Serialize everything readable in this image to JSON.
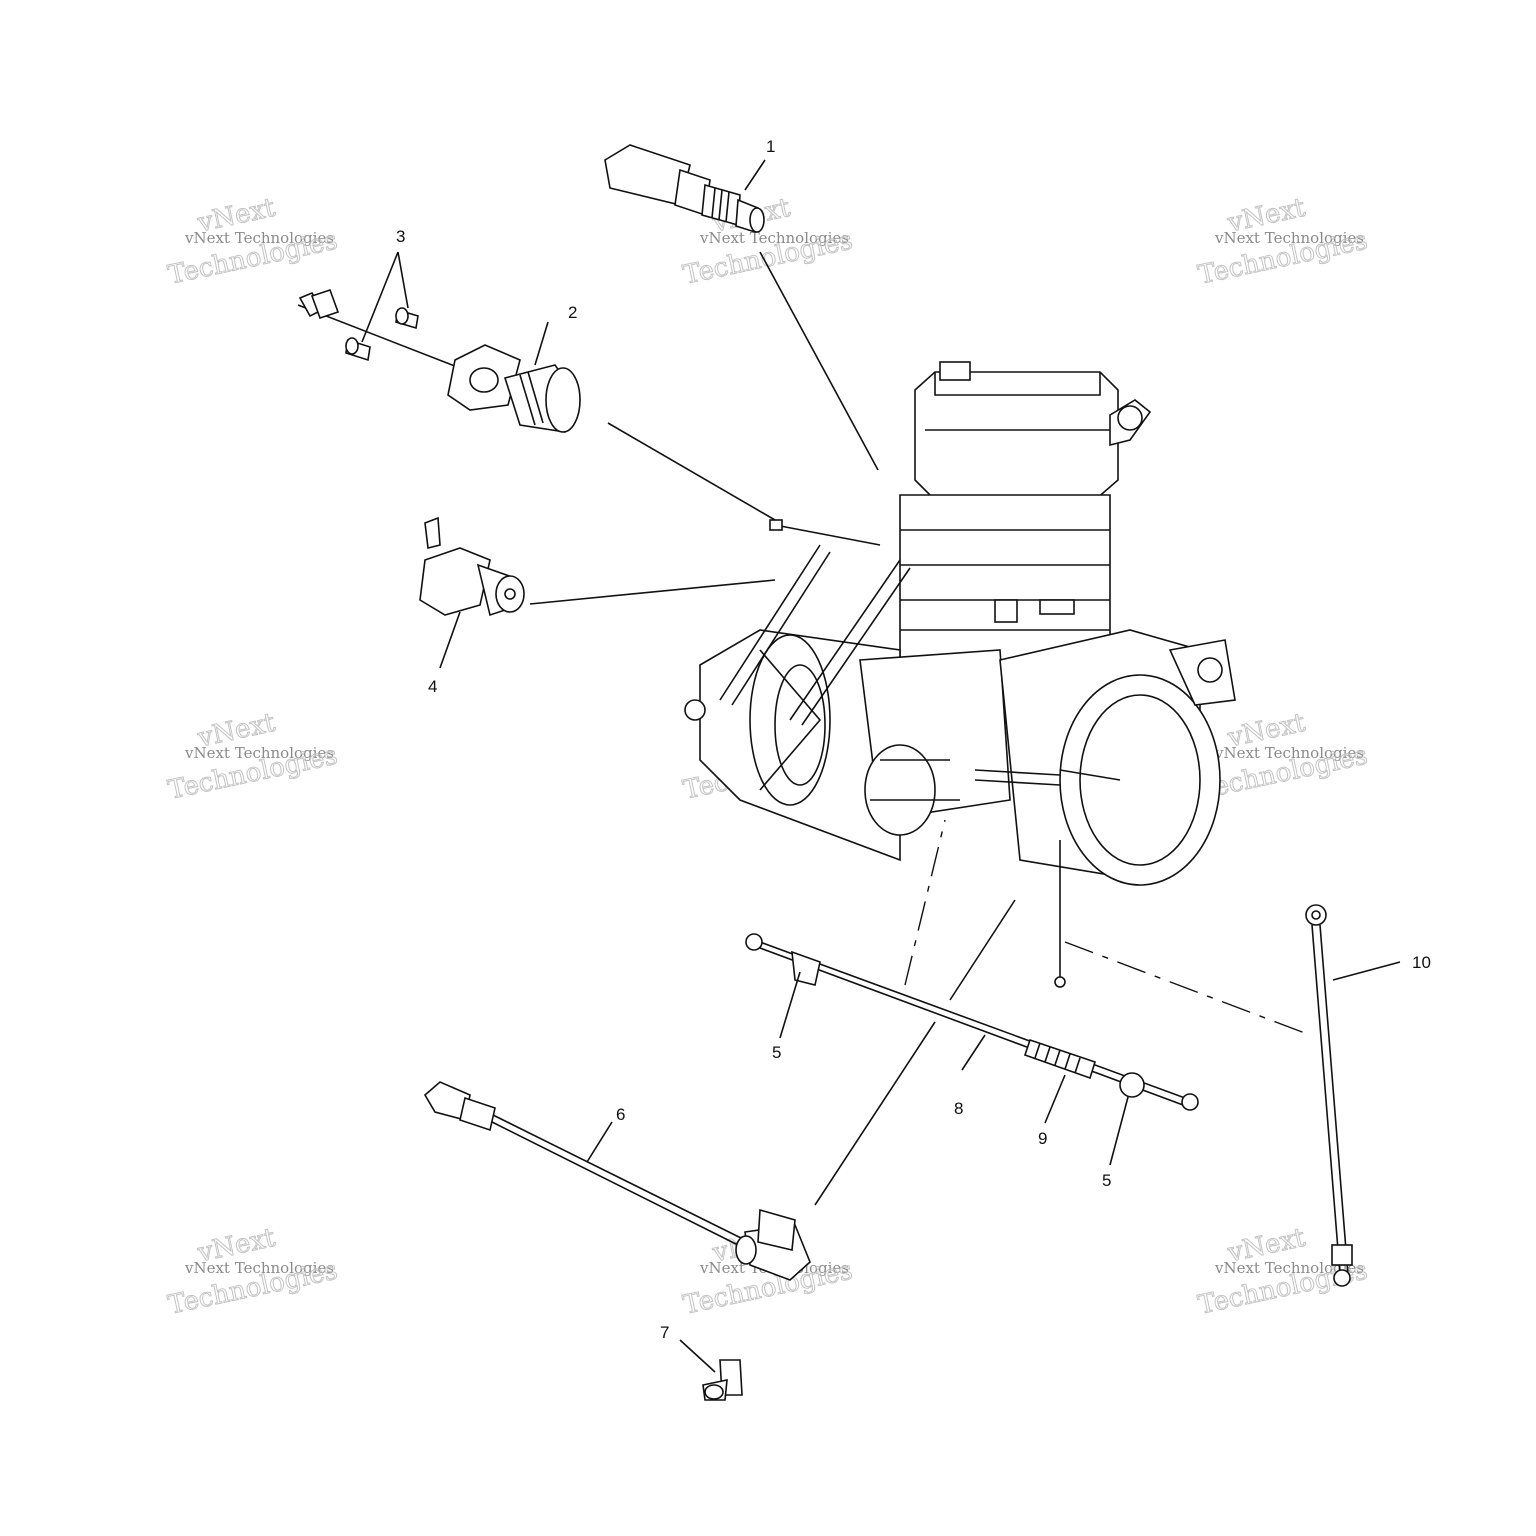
{
  "callouts": [
    "1",
    "2",
    "3",
    "4",
    "5",
    "5",
    "6",
    "7",
    "8",
    "9",
    "10"
  ],
  "watermark": {
    "line1": "vNext Technologies",
    "line2a": "vNext",
    "line2b": "Technologies"
  }
}
